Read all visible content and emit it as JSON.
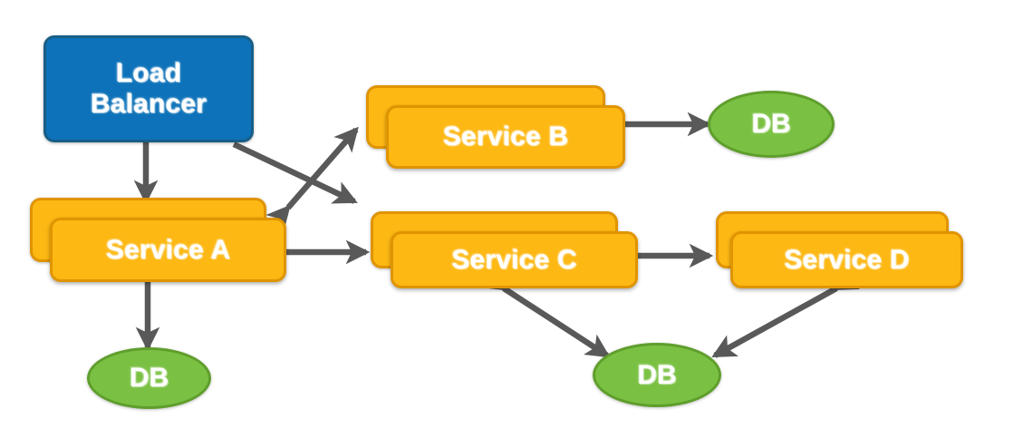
{
  "diagram": {
    "title": "Microservices architecture with load balancer, services and databases",
    "background_color": "#ffffff",
    "palette": {
      "load_balancer_fill": "#0d72b9",
      "load_balancer_border": "#185e87",
      "service_fill": "#fdb813",
      "service_border": "#e09400",
      "database_fill": "#7ac143",
      "database_border": "#5f9e2c",
      "arrow_color": "#595959",
      "label_color": "#ffffff"
    },
    "nodes": [
      {
        "id": "load-balancer",
        "label": "Load\nBalancer",
        "shape": "rounded-rect",
        "stacked": false,
        "kind": "load-balancer"
      },
      {
        "id": "service-a",
        "label": "Service A",
        "shape": "rounded-rect",
        "stacked": true,
        "kind": "service"
      },
      {
        "id": "service-b",
        "label": "Service B",
        "shape": "rounded-rect",
        "stacked": true,
        "kind": "service"
      },
      {
        "id": "service-c",
        "label": "Service C",
        "shape": "rounded-rect",
        "stacked": true,
        "kind": "service"
      },
      {
        "id": "service-d",
        "label": "Service D",
        "shape": "rounded-rect",
        "stacked": true,
        "kind": "service"
      },
      {
        "id": "db-a",
        "label": "DB",
        "shape": "ellipse",
        "stacked": false,
        "kind": "database"
      },
      {
        "id": "db-b",
        "label": "DB",
        "shape": "ellipse",
        "stacked": false,
        "kind": "database"
      },
      {
        "id": "db-cd",
        "label": "DB",
        "shape": "ellipse",
        "stacked": false,
        "kind": "database"
      }
    ],
    "edges": [
      {
        "id": "lb-to-service-a",
        "from": "load-balancer",
        "to": "service-a",
        "direction": "one-way"
      },
      {
        "id": "lb-to-service-c",
        "from": "load-balancer",
        "to": "service-c",
        "direction": "one-way"
      },
      {
        "id": "service-a-to-service-b",
        "from": "service-a",
        "to": "service-b",
        "direction": "two-way"
      },
      {
        "id": "service-a-to-service-c",
        "from": "service-a",
        "to": "service-c",
        "direction": "two-way"
      },
      {
        "id": "service-a-to-db-a",
        "from": "service-a",
        "to": "db-a",
        "direction": "two-way"
      },
      {
        "id": "service-b-to-db-b",
        "from": "service-b",
        "to": "db-b",
        "direction": "two-way"
      },
      {
        "id": "service-c-to-service-d",
        "from": "service-c",
        "to": "service-d",
        "direction": "two-way"
      },
      {
        "id": "service-c-to-db-cd",
        "from": "service-c",
        "to": "db-cd",
        "direction": "two-way"
      },
      {
        "id": "service-d-to-db-cd",
        "from": "service-d",
        "to": "db-cd",
        "direction": "two-way"
      }
    ]
  }
}
